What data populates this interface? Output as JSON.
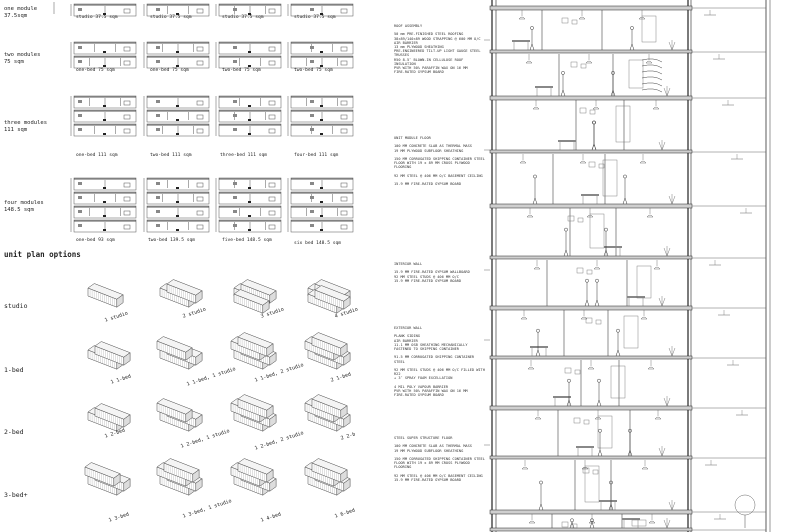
{
  "module_groups": [
    {
      "label": "one module\n37.5sqm",
      "captions": [
        "studio 37.5 sqm",
        "studio 37.5 sqm",
        "studio 37.5 sqm",
        "studio 37.5 sqm"
      ]
    },
    {
      "label": "two modules\n75 sqm",
      "captions": [
        "one-bed 75 sqm",
        "one-bed 75 sqm",
        "two-bed 75 sqm",
        "two-bed 75 sqm"
      ]
    },
    {
      "label": "three modules\n111 sqm",
      "captions": [
        "one-bed 111 sqm",
        "two-bed 111 sqm",
        "three-bed 111 sqm",
        "four-bed 111 sqm"
      ]
    },
    {
      "label": "four modules\n148.5 sqm",
      "captions": [
        "one-bed 93 sqm",
        "two-bed 139.5 sqm",
        "five-bed 148.5 sqm",
        "six bed 148.5 sqm"
      ]
    }
  ],
  "unit_plan_title": "unit plan options",
  "iso_rows": [
    {
      "label": "studio",
      "captions": [
        "1 studio",
        "2 studio",
        "3 studio",
        "4 studio"
      ]
    },
    {
      "label": "1-bed",
      "captions": [
        "1 1-bed",
        "1 1-bed, 1 studio",
        "1 1-bed, 2 studio",
        "2 1-bed"
      ]
    },
    {
      "label": "2-bed",
      "captions": [
        "1 2-bed",
        "1 2-bed, 1 studio",
        "1 2-bed, 2 studio",
        "2 2-b"
      ]
    },
    {
      "label": "3-bed+",
      "captions": [
        "1 3-bed",
        "1 3-bed, 1 studio",
        "1 4-bed",
        "1 6-bed"
      ]
    }
  ],
  "section_notes": [
    "ROOF ASSEMBLY\n\n50 mm PRE-FINISHED STEEL ROOFING\n38×89/140×89 WOOD STRAPPING @ 600 MM O/C\nAIR BARRIER\n13 mm PLYWOOD SHEATHING\nPRE-ENGINEERED TILT-UP LIGHT GAUGE STEEL TRUSSES\nR50 8.5″ BLOWN-IN CELLULOSE ROOF INSULATION\nPVR WITH 50% PARAFFIN WAX ON 16 MM\nFIRE-RATED GYPSUM BOARD",
    "UNIT MODULE FLOOR\n\n100 MM CONCRETE SLAB AS THERMAL MASS\n19 MM PLYWOOD SUBFLOOR SHEATHING\n\n150 MM CORRUGATED SHIPPING CONTAINER STEEL\nFLOOR WITH 19 x 89 MM CROSS PLYWOOD FLOORING\n\n92 MM STEEL @ 406 MM O/C BASEMENT CEILING\n\n15.9 MM FIRE-RATED GYPSUM BOARD",
    "INTERIOR WALL\n\n15.9 MM FIRE-RATED GYPSUM WALLBOARD\n92 MM STEEL STUDS @ 406 MM O/C\n15.9 MM FIRE-RATED GYPSUM BOARD",
    "EXTERIOR WALL\n\nPLANK SIDING\nAIR BARRIER\n11.1 MM OSB SHEATHING MECHANICALLY\nFASTENED TO SHIPPING CONTAINER\n\n91.5 MM CORRUGATED SHIPPING CONTAINER STEEL\n\n92 MM STEEL STUDS @ 406 MM O/C FILLED WITH R22\n+ 3″ SPRAY FOAM EXCELLATION\n\n4 MIL POLY VAPOUR BARRIER\nPVR WITH 50% PARAFFIN WAX ON 16 MM\nFIRE-RATED GYPSUM BOARD",
    "STEEL SUPER STRUCTURE FLOOR\n\n100 MM CONCRETE SLAB AS THERMAL MASS\n19 MM PLYWOOD SUBFLOOR SHEATHING\n\n150 MM CORRUGATED SHIPPING CONTAINER STEEL\nFLOOR WITH 19 x 89 MM CROSS PLYWOOD FLOORING\n\n92 MM STEEL @ 406 MM O/C BASEMENT CEILING\n15.9 MM FIRE-RATED GYPSUM BOARD"
  ]
}
